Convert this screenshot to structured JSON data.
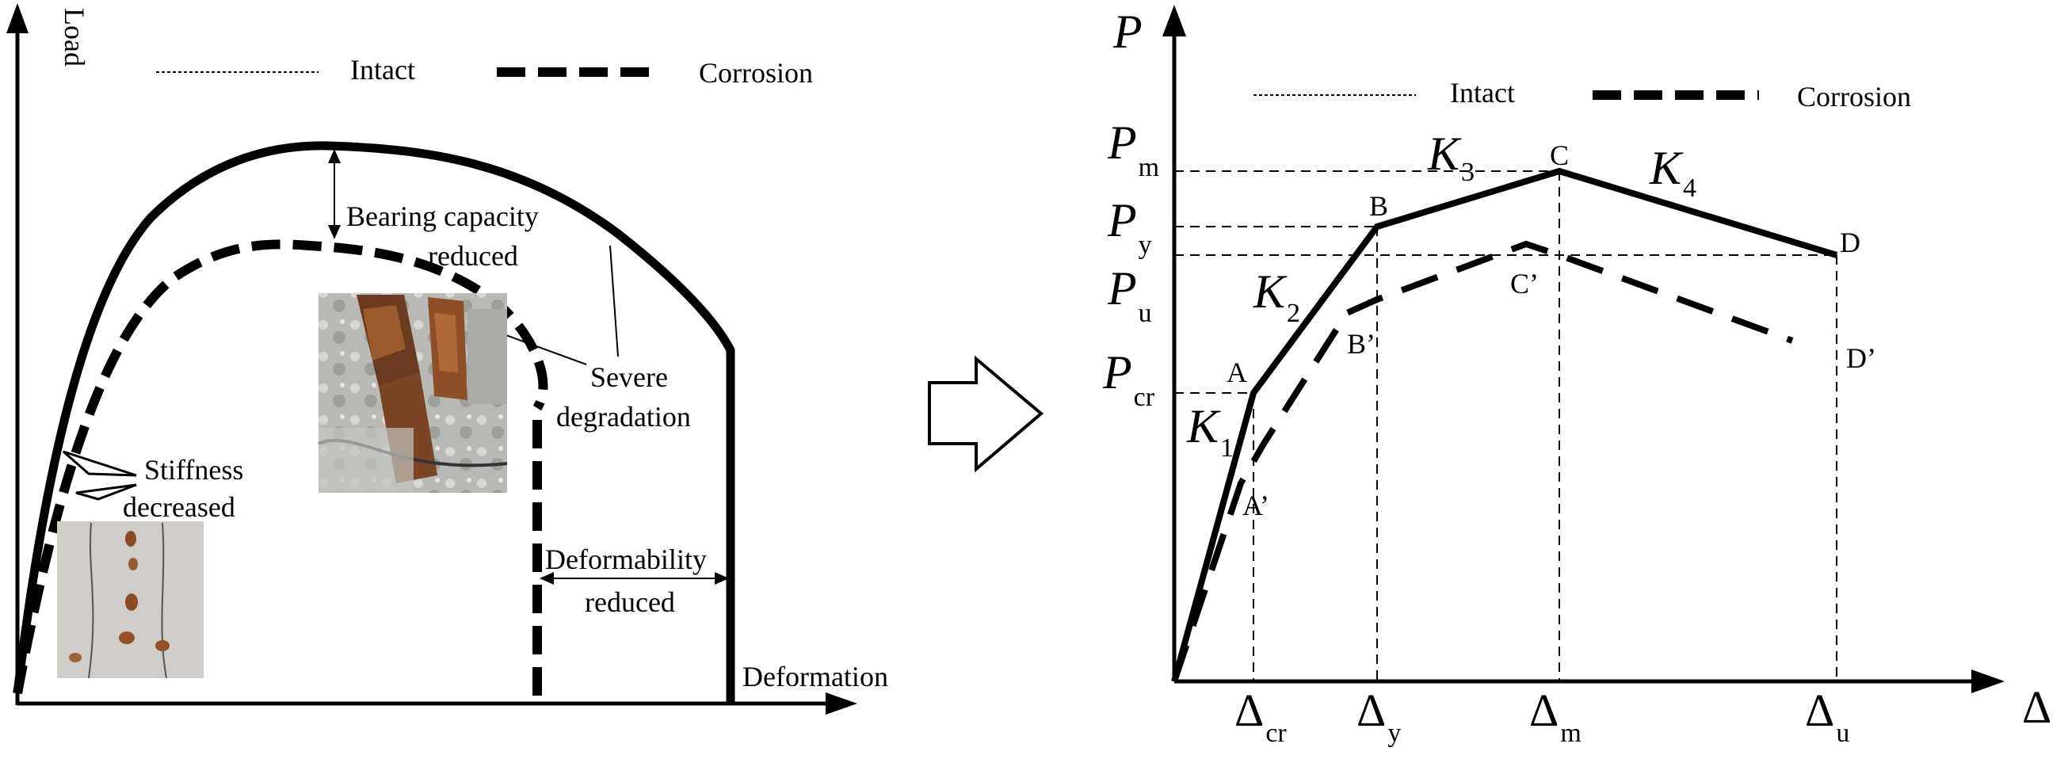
{
  "left_panel": {
    "y_axis_label": "Load",
    "x_axis_label": "Deformation",
    "legend": {
      "intact": "Intact",
      "corrosion": "Corrosion"
    },
    "annotations": {
      "bearing_line1": "Bearing capacity",
      "bearing_line2": "reduced",
      "severe_line1": "Severe",
      "severe_line2": "degradation",
      "stiffness_line1": "Stiffness",
      "stiffness_line2": "decreased",
      "deform_line1": "Deformability",
      "deform_line2": "reduced"
    },
    "photos": [
      "cracked-concrete-photo",
      "corroded-rebar-photo"
    ]
  },
  "arrow": {
    "icon": "right-arrow-outline-icon"
  },
  "right_panel": {
    "y_axis_symbol": "P",
    "x_axis_symbol": "Δ",
    "legend": {
      "intact": "Intact",
      "corrosion": "Corrosion"
    },
    "y_ticks": [
      {
        "main": "P",
        "sub": "m"
      },
      {
        "main": "P",
        "sub": "y"
      },
      {
        "main": "P",
        "sub": "u"
      },
      {
        "main": "P",
        "sub": "cr"
      }
    ],
    "x_ticks": [
      {
        "main": "Δ",
        "sub": "cr"
      },
      {
        "main": "Δ",
        "sub": "y"
      },
      {
        "main": "Δ",
        "sub": "m"
      },
      {
        "main": "Δ",
        "sub": "u"
      }
    ],
    "points": {
      "A": "A",
      "B": "B",
      "C": "C",
      "D": "D",
      "A_prime": "A’",
      "B_prime": "B’",
      "C_prime": "C’",
      "D_prime": "D’"
    },
    "stiffness": [
      {
        "main": "K",
        "sub": "1"
      },
      {
        "main": "K",
        "sub": "2"
      },
      {
        "main": "K",
        "sub": "3"
      },
      {
        "main": "K",
        "sub": "4"
      }
    ]
  },
  "colors": {
    "ink": "#000000",
    "background": "#ffffff"
  }
}
